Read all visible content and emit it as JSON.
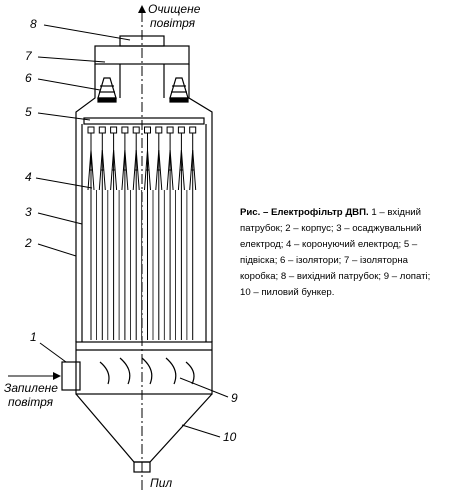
{
  "labels": {
    "top_air_line1": "Очищене",
    "top_air_line2": "повітря",
    "inlet_line1": "Запилене",
    "inlet_line2": "повітря",
    "dust": "Пил"
  },
  "numbers": {
    "n1": "1",
    "n2": "2",
    "n3": "3",
    "n4": "4",
    "n5": "5",
    "n6": "6",
    "n7": "7",
    "n8": "8",
    "n9": "9",
    "n10": "10"
  },
  "caption": {
    "title": "Рис.  – Електрофільтр ДВП.",
    "body": "1 – вхідний патрубок; 2 – корпус; 3 – осаджувальний електрод; 4 – коронуючий електрод; 5 – підвіска; 6 – ізолятори; 7 – ізоляторна коробка; 8 – вихідний патрубок; 9 – лопаті; 10 – пиловий бункер."
  }
}
